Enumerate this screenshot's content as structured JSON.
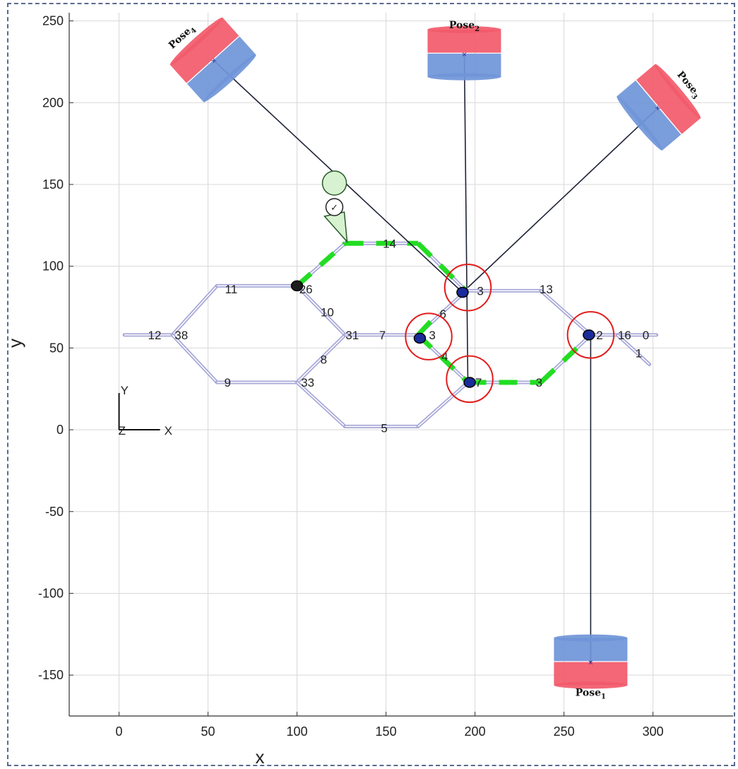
{
  "chart_data": {
    "type": "scatter",
    "xlabel": "x",
    "ylabel": "y",
    "xlim": [
      -28,
      345
    ],
    "ylim": [
      -175,
      255
    ],
    "xticks": [
      0,
      50,
      100,
      150,
      200,
      250,
      300
    ],
    "yticks": [
      -150,
      -100,
      -50,
      0,
      50,
      100,
      150,
      200,
      250
    ],
    "grid": true,
    "frame_axes": {
      "x_label": "X",
      "y_label": "Y",
      "z_label": "Z",
      "origin": [
        0,
        0
      ]
    },
    "road_segments": [
      {
        "from": [
          3,
          58
        ],
        "to": [
          30,
          58
        ]
      },
      {
        "from": [
          30,
          58
        ],
        "to": [
          55,
          88
        ]
      },
      {
        "from": [
          55,
          88
        ],
        "to": [
          100,
          88
        ]
      },
      {
        "from": [
          30,
          58
        ],
        "to": [
          55,
          29
        ]
      },
      {
        "from": [
          55,
          29
        ],
        "to": [
          100,
          29
        ]
      },
      {
        "from": [
          100,
          88
        ],
        "to": [
          127,
          58
        ]
      },
      {
        "from": [
          100,
          29
        ],
        "to": [
          127,
          58
        ]
      },
      {
        "from": [
          127,
          58
        ],
        "to": [
          168,
          58
        ]
      },
      {
        "from": [
          100,
          29
        ],
        "to": [
          127,
          2
        ]
      },
      {
        "from": [
          127,
          2
        ],
        "to": [
          168,
          2
        ]
      },
      {
        "from": [
          168,
          2
        ],
        "to": [
          196,
          29
        ]
      },
      {
        "from": [
          100,
          88
        ],
        "to": [
          127,
          114
        ]
      },
      {
        "from": [
          127,
          114
        ],
        "to": [
          168,
          114
        ]
      },
      {
        "from": [
          168,
          114
        ],
        "to": [
          195,
          85
        ]
      },
      {
        "from": [
          168,
          58
        ],
        "to": [
          195,
          85
        ]
      },
      {
        "from": [
          168,
          58
        ],
        "to": [
          196,
          29
        ]
      },
      {
        "from": [
          195,
          85
        ],
        "to": [
          237,
          85
        ]
      },
      {
        "from": [
          237,
          85
        ],
        "to": [
          265,
          58
        ]
      },
      {
        "from": [
          196,
          29
        ],
        "to": [
          237,
          29
        ]
      },
      {
        "from": [
          237,
          29
        ],
        "to": [
          265,
          58
        ]
      },
      {
        "from": [
          265,
          58
        ],
        "to": [
          302,
          58
        ]
      },
      {
        "from": [
          280,
          58
        ],
        "to": [
          298,
          40
        ]
      }
    ],
    "path_segments": [
      {
        "from": [
          100,
          88
        ],
        "to": [
          127,
          114
        ]
      },
      {
        "from": [
          127,
          114
        ],
        "to": [
          168,
          114
        ]
      },
      {
        "from": [
          168,
          114
        ],
        "to": [
          195,
          85
        ]
      },
      {
        "from": [
          168,
          58
        ],
        "to": [
          180,
          72
        ]
      },
      {
        "from": [
          168,
          58
        ],
        "to": [
          196,
          29
        ]
      },
      {
        "from": [
          196,
          29
        ],
        "to": [
          237,
          29
        ]
      },
      {
        "from": [
          237,
          29
        ],
        "to": [
          265,
          58
        ]
      }
    ],
    "segment_labels": [
      {
        "text": "0",
        "x": 296,
        "y": 58
      },
      {
        "text": "1",
        "x": 292,
        "y": 47
      },
      {
        "text": "3",
        "x": 236,
        "y": 29
      },
      {
        "text": "4",
        "x": 183,
        "y": 45
      },
      {
        "text": "5",
        "x": 149,
        "y": 1
      },
      {
        "text": "6",
        "x": 182,
        "y": 71
      },
      {
        "text": "7",
        "x": 148,
        "y": 58
      },
      {
        "text": "8",
        "x": 115,
        "y": 43
      },
      {
        "text": "9",
        "x": 61,
        "y": 29
      },
      {
        "text": "10",
        "x": 117,
        "y": 72
      },
      {
        "text": "11",
        "x": 63,
        "y": 86
      },
      {
        "text": "12",
        "x": 20,
        "y": 58
      },
      {
        "text": "13",
        "x": 240,
        "y": 86
      },
      {
        "text": "14",
        "x": 152,
        "y": 114
      }
    ],
    "node_labels": [
      {
        "text": "38",
        "x": 35,
        "y": 58
      },
      {
        "text": "26",
        "x": 105,
        "y": 86
      },
      {
        "text": "33",
        "x": 106,
        "y": 29
      },
      {
        "text": "31",
        "x": 131,
        "y": 58
      },
      {
        "text": "3",
        "x": 176,
        "y": 58
      },
      {
        "text": "3",
        "x": 203,
        "y": 85
      },
      {
        "text": "7",
        "x": 202,
        "y": 29
      },
      {
        "text": "16",
        "x": 284,
        "y": 58
      },
      {
        "text": "2",
        "x": 270,
        "y": 58
      }
    ],
    "vehicles": [
      {
        "x": 193,
        "y": 84,
        "color": "#1a2c9a"
      },
      {
        "x": 169,
        "y": 56,
        "color": "#1a2c9a"
      },
      {
        "x": 197,
        "y": 29,
        "color": "#1a2c9a"
      },
      {
        "x": 264,
        "y": 58,
        "color": "#1a2c9a"
      },
      {
        "x": 100,
        "y": 88,
        "color": "#1c1c1c"
      }
    ],
    "detections": [
      {
        "x": 196,
        "y": 87,
        "r": 13
      },
      {
        "x": 174,
        "y": 57,
        "r": 13
      },
      {
        "x": 197,
        "y": 31,
        "r": 13
      },
      {
        "x": 265,
        "y": 58,
        "r": 13
      }
    ],
    "poses": [
      {
        "name": "Pose",
        "sub": "1",
        "x": 265,
        "y": -142
      },
      {
        "name": "Pose",
        "sub": "2",
        "x": 194,
        "y": 230
      },
      {
        "name": "Pose",
        "sub": "3",
        "x": 303,
        "y": 197
      },
      {
        "name": "Pose",
        "sub": "4",
        "x": 53,
        "y": 226
      }
    ],
    "rays": [
      {
        "from": [
          265,
          -142
        ],
        "to": [
          265,
          58
        ]
      },
      {
        "from": [
          194,
          230
        ],
        "to": [
          196,
          29
        ]
      },
      {
        "from": [
          303,
          197
        ],
        "to": [
          196,
          87
        ]
      },
      {
        "from": [
          53,
          226
        ],
        "to": [
          193,
          84
        ]
      }
    ],
    "goal_marker": {
      "x": 121,
      "y": 134,
      "text": "✓"
    },
    "colors": {
      "road": "#a8a8d8",
      "path": "#22dd22",
      "ray": "#1e2236",
      "detection": "#e21c1c",
      "vehicle": "#1a2c9a",
      "pose_top": "#f25a6a",
      "pose_bottom": "#6f95d8"
    }
  }
}
